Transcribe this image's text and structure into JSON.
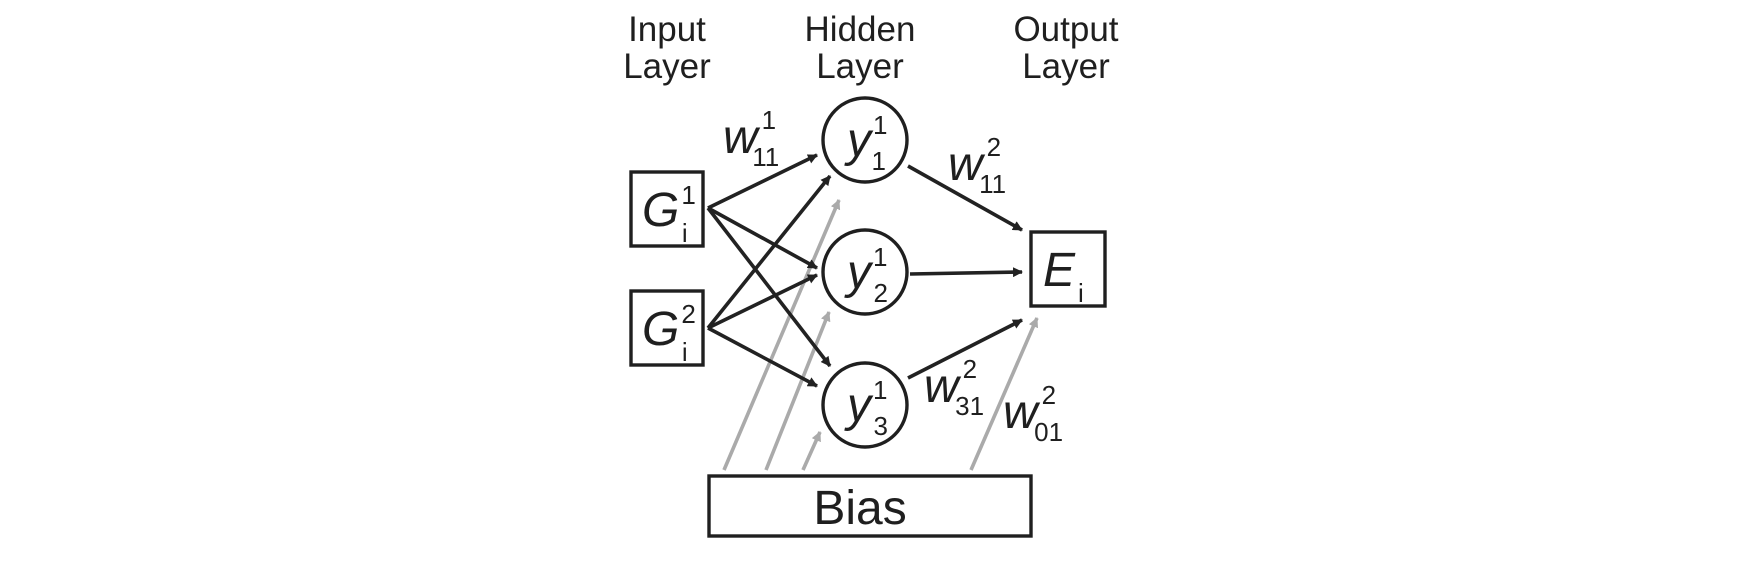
{
  "layers": {
    "input": {
      "line1": "Input",
      "line2": "Layer"
    },
    "hidden": {
      "line1": "Hidden",
      "line2": "Layer"
    },
    "output": {
      "line1": "Output",
      "line2": "Layer"
    }
  },
  "nodes": {
    "g1": {
      "base": "G",
      "sup": "1",
      "sub": "i"
    },
    "g2": {
      "base": "G",
      "sup": "2",
      "sub": "i"
    },
    "y1": {
      "base": "y",
      "sup": "1",
      "sub": "1"
    },
    "y2": {
      "base": "y",
      "sup": "1",
      "sub": "2"
    },
    "y3": {
      "base": "y",
      "sup": "1",
      "sub": "3"
    },
    "e": {
      "base": "E",
      "sub": "i"
    },
    "bias": {
      "label": "Bias"
    }
  },
  "weights": {
    "w11_1": {
      "base": "w",
      "sup": "1",
      "sub": "11"
    },
    "w11_2": {
      "base": "w",
      "sup": "2",
      "sub": "11"
    },
    "w31_2": {
      "base": "w",
      "sup": "2",
      "sub": "31"
    },
    "w01_2": {
      "base": "w",
      "sup": "2",
      "sub": "01"
    }
  },
  "colors": {
    "edge": "#222222",
    "bias_edge": "#aaaaaa",
    "stroke": "#1f1f1f"
  }
}
